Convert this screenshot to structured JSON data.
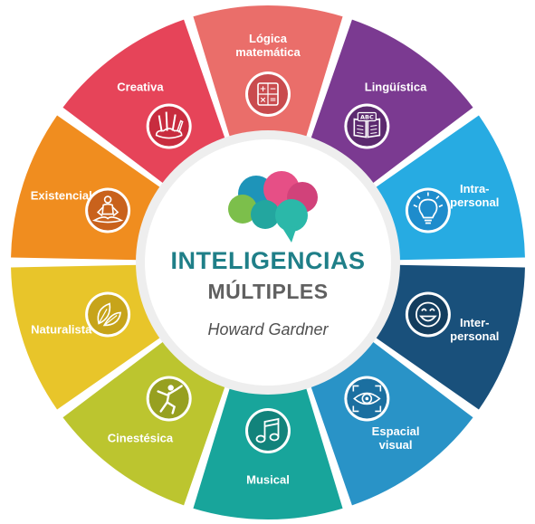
{
  "title_line1": "INTELIGENCIAS",
  "title_line2": "MÚLTIPLES",
  "author": "Howard Gardner",
  "colors": {
    "title1": "#1f7f88",
    "title2": "#606060",
    "author": "#505050",
    "hub_ring": "#eeeeee"
  },
  "segments": [
    {
      "id": "logica",
      "lines": [
        "Lógica",
        "matemática"
      ],
      "color": "#ea6e6a",
      "icon_color": "#c94b4e",
      "icon": "calculator-icon"
    },
    {
      "id": "linguistica",
      "lines": [
        "Lingüística"
      ],
      "color": "#7b3a91",
      "icon_color": "#5c2a6f",
      "icon": "book-icon",
      "icon_text": "ABC"
    },
    {
      "id": "intrapersonal",
      "lines": [
        "Intra-",
        "personal"
      ],
      "color": "#27abe2",
      "icon_color": "#1e8ccc",
      "icon": "lightbulb-icon"
    },
    {
      "id": "interpersonal",
      "lines": [
        "Inter-",
        "personal"
      ],
      "color": "#19507b",
      "icon_color": "#133d5e",
      "icon": "smiley-icon"
    },
    {
      "id": "espacial",
      "lines": [
        "Espacial",
        "visual"
      ],
      "color": "#2993c7",
      "icon_color": "#1b6fa0",
      "icon": "eye-icon"
    },
    {
      "id": "musical",
      "lines": [
        "Musical"
      ],
      "color": "#18a59b",
      "icon_color": "#12837b",
      "icon": "music-note-icon"
    },
    {
      "id": "cinestesica",
      "lines": [
        "Cinestésica"
      ],
      "color": "#bcc52f",
      "icon_color": "#97a020",
      "icon": "dancer-icon"
    },
    {
      "id": "naturalista",
      "lines": [
        "Naturalista"
      ],
      "color": "#e8c52a",
      "icon_color": "#c7a41a",
      "icon": "leaf-icon"
    },
    {
      "id": "existencial",
      "lines": [
        "Existencial"
      ],
      "color": "#f08d1f",
      "icon_color": "#c9621c",
      "icon": "meditation-icon"
    },
    {
      "id": "creativa",
      "lines": [
        "Creativa"
      ],
      "color": "#e64459",
      "icon_color": "#c82c3f",
      "icon": "art-supplies-icon"
    }
  ]
}
